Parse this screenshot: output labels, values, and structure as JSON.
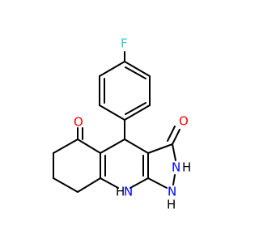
{
  "molecule": {
    "atom_labels": {
      "fluorine": "F",
      "ketone_oxygen": "O",
      "pyrazolone_oxygen": "O",
      "nh_ring_2": "N",
      "h_ring_2": "H",
      "nh_ring_1": "N",
      "h_ring_1": "H",
      "nh_bridge_n": "N",
      "nh_bridge_h": "H"
    },
    "colors": {
      "bond": "#000000",
      "oxygen": "#ff0000",
      "nitrogen": "#0000ff",
      "fluorine": "#33cccc",
      "hydrogen": "#000000"
    }
  }
}
